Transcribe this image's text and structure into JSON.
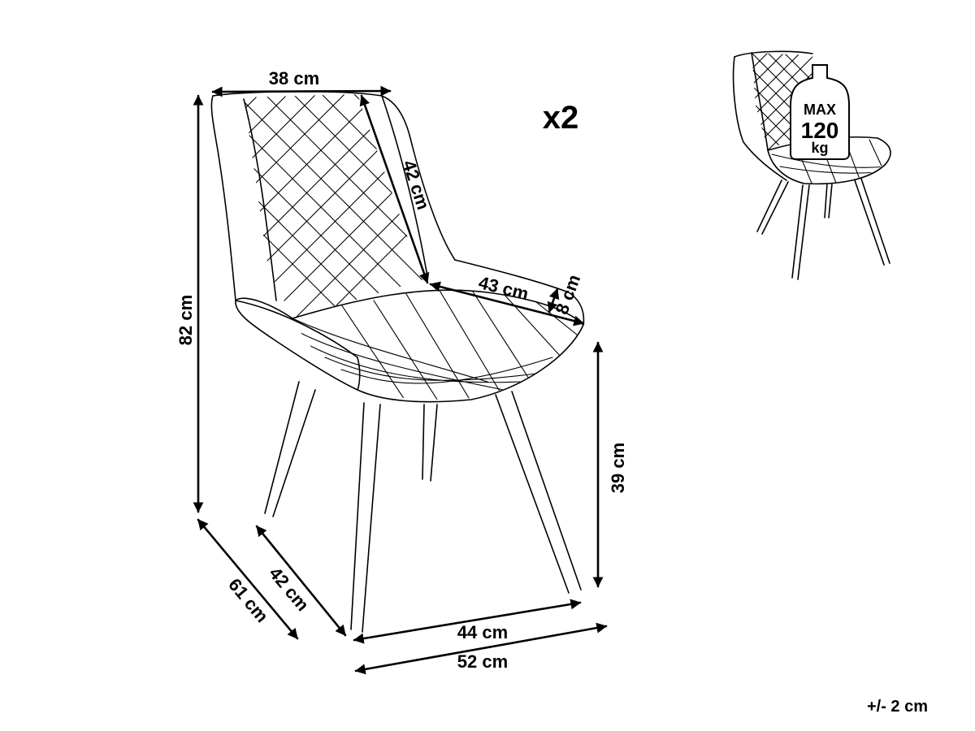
{
  "quantity_label": "x2",
  "tolerance_label": "+/- 2 cm",
  "dimensions": {
    "backrest_width": "38 cm",
    "backrest_height": "42 cm",
    "seat_depth": "43 cm",
    "armrest_height": "8 cm",
    "total_height": "82 cm",
    "seat_height": "39 cm",
    "total_depth": "61 cm",
    "leg_depth": "42 cm",
    "leg_width": "44 cm",
    "total_width": "52 cm"
  },
  "max_load": {
    "line1": "MAX",
    "line2": "120",
    "line3": "kg"
  }
}
